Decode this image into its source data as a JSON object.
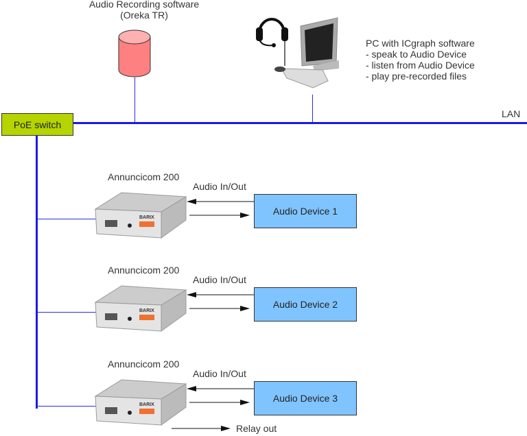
{
  "recorder": {
    "title_line1": "Audio Recording software",
    "title_line2": "(Oreka TR)",
    "icon": "database-cylinder-icon",
    "color": "#ff8080"
  },
  "pc": {
    "icon": "desktop-computer-with-headset-icon",
    "description": [
      "PC with ICgraph software",
      "- speak to Audio Device",
      "- listen from Audio Device",
      "- play pre-recorded files"
    ]
  },
  "network": {
    "lan_label": "LAN",
    "switch_label": "PoE switch",
    "switch_color": "#b5d400",
    "line_color": "#1a1ae6"
  },
  "units": [
    {
      "device_label": "Annuncicom 200",
      "brand": "BARIX",
      "link_label": "Audio In/Out",
      "target": "Audio Device 1"
    },
    {
      "device_label": "Annuncicom 200",
      "brand": "BARIX",
      "link_label": "Audio In/Out",
      "target": "Audio Device 2"
    },
    {
      "device_label": "Annuncicom 200",
      "brand": "BARIX",
      "link_label": "Audio In/Out",
      "target": "Audio Device 3",
      "extra_output": "Relay out"
    }
  ],
  "audio_device_color": "#80c4ff"
}
